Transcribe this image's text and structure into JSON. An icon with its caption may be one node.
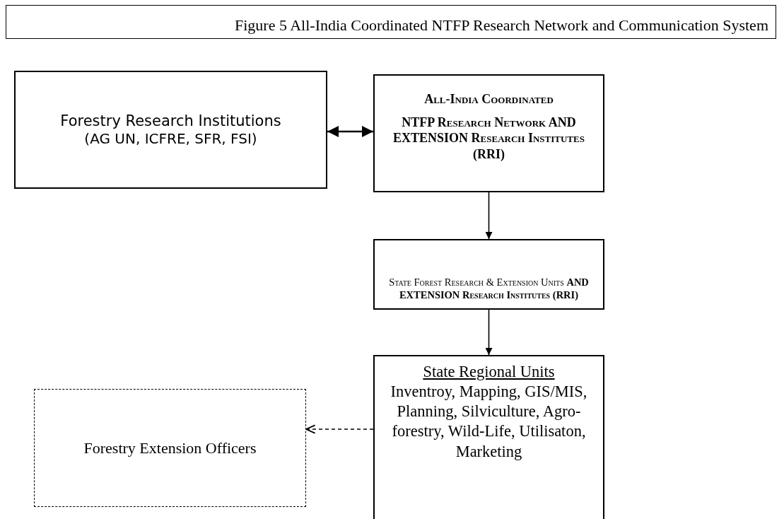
{
  "diagram": {
    "title": "Figure 5 All-India Coordinated NTFP Research Network and Communication System",
    "nodes": [
      {
        "text": [
          "Forestry Research Institutions",
          "(AG UN, ICFRE, SFR, FSI)"
        ]
      },
      {
        "text": [
          "All-India Coordinated",
          "NTFP Research Network AND EXTENSION Research Institutes (RRI)"
        ]
      },
      {
        "text": [
          "State Forest Research & Extension Units **AND EXTENSION Research Institutes (RRI)**"
        ]
      },
      {
        "text": [
          "State Regional Units",
          "Inventroy, Mapping, GIS/MIS, Planning, Silviculture, Agro-forestry, Wild-Life, Utilisaton, Marketing"
        ]
      },
      {
        "text": [
          "Forestry Extension Officers"
        ]
      }
    ],
    "edges": [
      {
        "from": 0,
        "to": 1,
        "arrow": "both"
      },
      {
        "from": 1,
        "to": 2,
        "arrow": "to"
      },
      {
        "from": 2,
        "to": 3,
        "arrow": "to"
      },
      {
        "from": 3,
        "to": 4,
        "arrow": "to",
        "style": "dashed"
      }
    ]
  }
}
